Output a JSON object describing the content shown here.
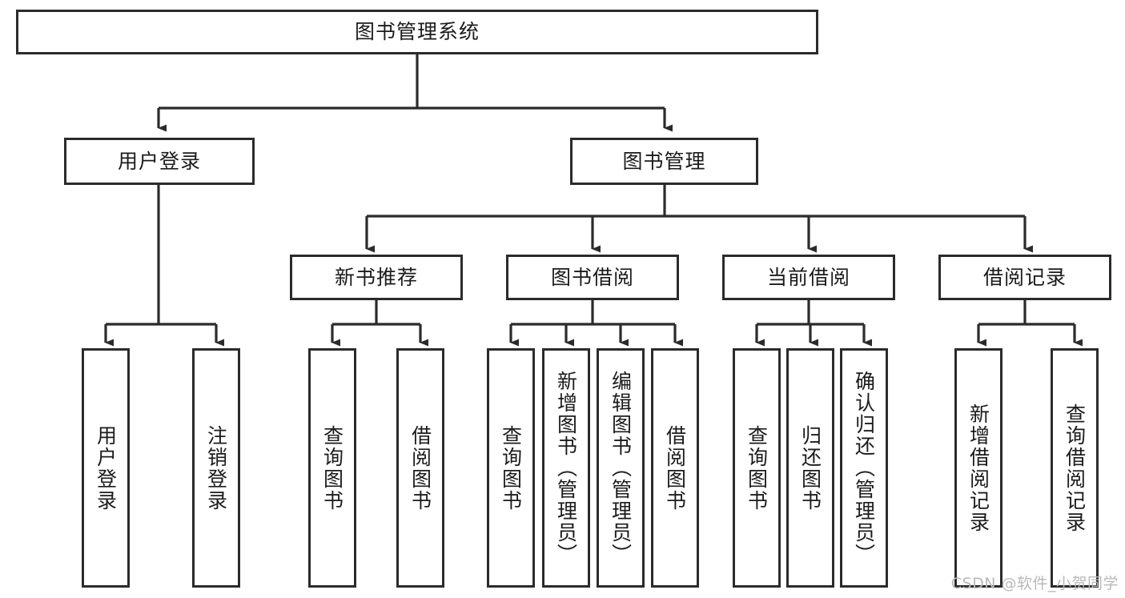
{
  "diagram": {
    "type": "hierarchy-tree",
    "root": {
      "id": "root",
      "label": "图书管理系统"
    },
    "level2": [
      {
        "id": "user-login",
        "label": "用户登录"
      },
      {
        "id": "book-manage",
        "label": "图书管理"
      }
    ],
    "level3": [
      {
        "id": "new-book-recommend",
        "label": "新书推荐",
        "parent": "book-manage"
      },
      {
        "id": "book-borrow",
        "label": "图书借阅",
        "parent": "book-manage"
      },
      {
        "id": "current-borrow",
        "label": "当前借阅",
        "parent": "book-manage"
      },
      {
        "id": "borrow-record",
        "label": "借阅记录",
        "parent": "book-manage"
      }
    ],
    "leaves": {
      "user_login": [
        {
          "id": "leaf-user-login",
          "label": "用户登录"
        },
        {
          "id": "leaf-logout-login",
          "label": "注销登录"
        }
      ],
      "new_book_recommend": [
        {
          "id": "leaf-query-book-1",
          "label": "查询图书"
        },
        {
          "id": "leaf-borrow-book-1",
          "label": "借阅图书"
        }
      ],
      "book_borrow": [
        {
          "id": "leaf-query-book-2",
          "label": "查询图书"
        },
        {
          "id": "leaf-add-book",
          "label": "新增图书（管理员）"
        },
        {
          "id": "leaf-edit-book",
          "label": "编辑图书（管理员）"
        },
        {
          "id": "leaf-borrow-book-2",
          "label": "借阅图书"
        }
      ],
      "current_borrow": [
        {
          "id": "leaf-query-book-3",
          "label": "查询图书"
        },
        {
          "id": "leaf-return-book",
          "label": "归还图书"
        },
        {
          "id": "leaf-confirm-return",
          "label": "确认归还（管理员）"
        }
      ],
      "borrow_record": [
        {
          "id": "leaf-add-borrow-record",
          "label": "新增借阅记录"
        },
        {
          "id": "leaf-query-borrow-record",
          "label": "查询借阅记录"
        }
      ]
    }
  },
  "watermark": {
    "text": "CSDN @软件_小贺同学"
  },
  "colors": {
    "background": "#ffffff",
    "stroke": "#2b2b2b",
    "text": "#1b1b1b",
    "watermark": "#b9b9b9"
  }
}
